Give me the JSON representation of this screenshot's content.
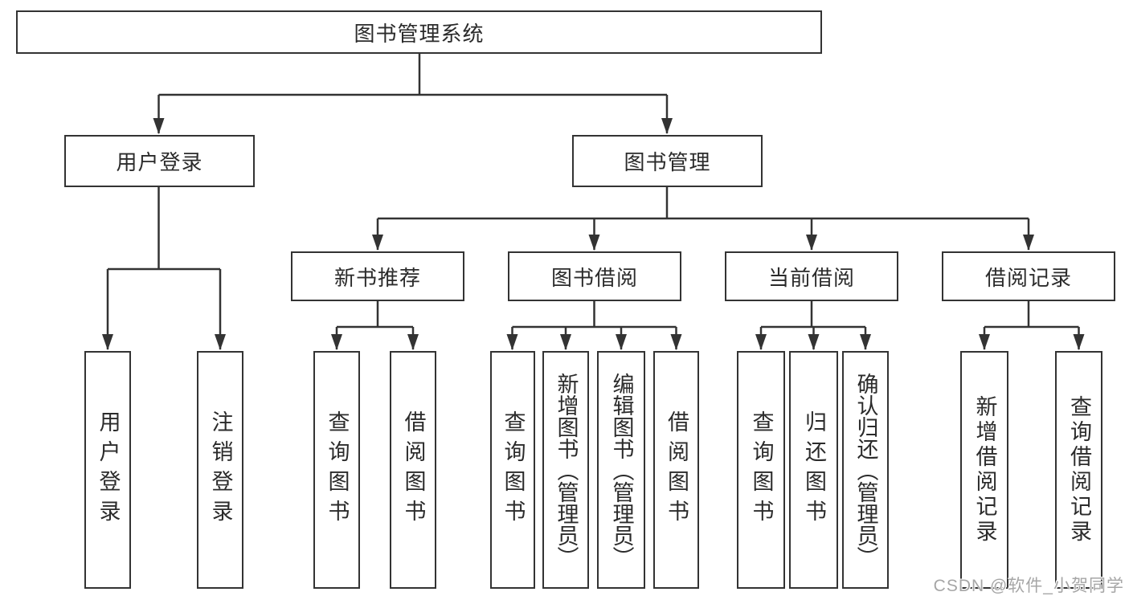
{
  "nodes": {
    "root": "图书管理系统",
    "user_login": "用户登录",
    "book_mgmt": "图书管理",
    "new_book_rec": "新书推荐",
    "book_borrow": "图书借阅",
    "current_borrow": "当前借阅",
    "borrow_records": "借阅记录",
    "login": "用户登录",
    "logout": "注销登录",
    "rec_query_book": "查询图书",
    "rec_borrow_book": "借阅图书",
    "bb_query_book": "查询图书",
    "bb_add_book": "新增图书（管理员）",
    "bb_edit_book": "编辑图书（管理员）",
    "bb_borrow_book": "借阅图书",
    "cb_query_book": "查询图书",
    "cb_return_book": "归还图书",
    "cb_confirm_return": "确认归还（管理员）",
    "br_add_record": "新增借阅记录",
    "br_query_record": "查询借阅记录"
  },
  "watermark": "CSDN @软件_小贺同学",
  "colors": {
    "line": "#333333",
    "text": "#2b2b2b",
    "background": "#ffffff",
    "watermark": "#a6a6a6"
  }
}
